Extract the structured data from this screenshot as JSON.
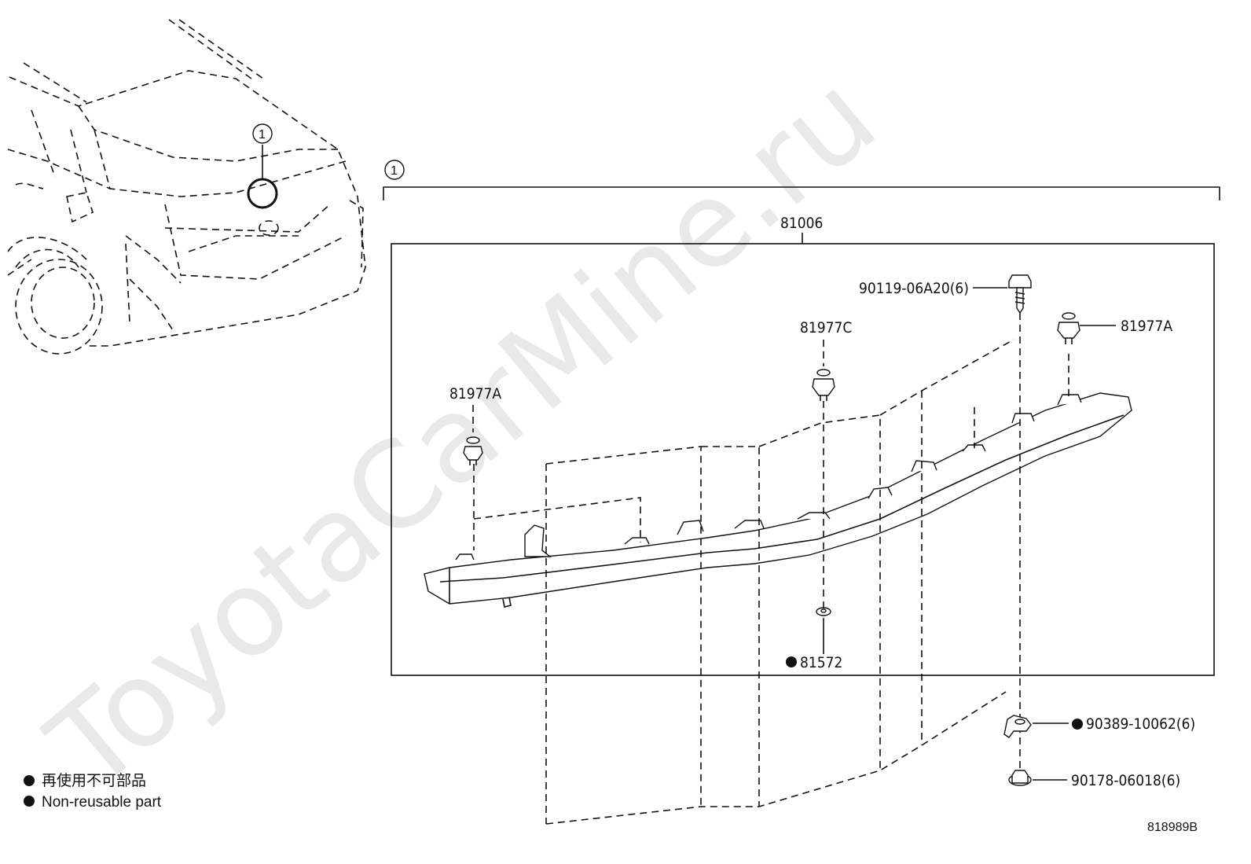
{
  "watermark": "ToyotaCarMine.ru",
  "callout_number": "1",
  "assembly": {
    "part_number": "81006"
  },
  "parts": {
    "bolt_top": "90119-06A20(6)",
    "clip_left": "81977A",
    "clip_center": "81977C",
    "clip_right": "81977A",
    "pad": "81572",
    "nut_washer": "90389-10062(6)",
    "nut": "90178-06018(6)"
  },
  "legend": {
    "jp": "再使用不可部品",
    "en": "Non-reusable part"
  },
  "diagram_code": "818989B",
  "colors": {
    "line": "#111111",
    "watermark": "#e9e9e9"
  }
}
